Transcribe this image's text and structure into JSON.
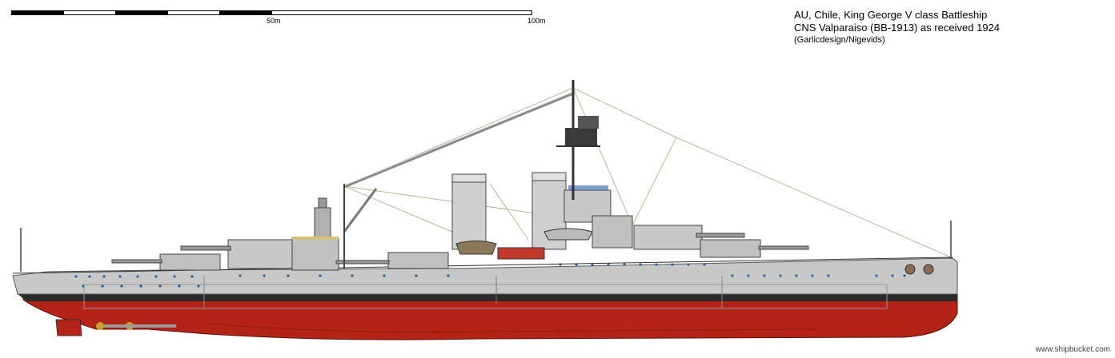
{
  "scale": {
    "labels": [
      "50m",
      "100m"
    ]
  },
  "title": {
    "line1": "AU, Chile, King George V class Battleship",
    "line2": "CNS Valparaiso (BB-1913) as received 1924",
    "credit": "(Garlicdesign/Nigevids)"
  },
  "watermark": "www.shipbucket.com",
  "colors": {
    "hull_grey": "#c8c8c8",
    "boot_black": "#2a2a2a",
    "hull_red": "#b42318",
    "deck_grey": "#b9b9b9"
  }
}
